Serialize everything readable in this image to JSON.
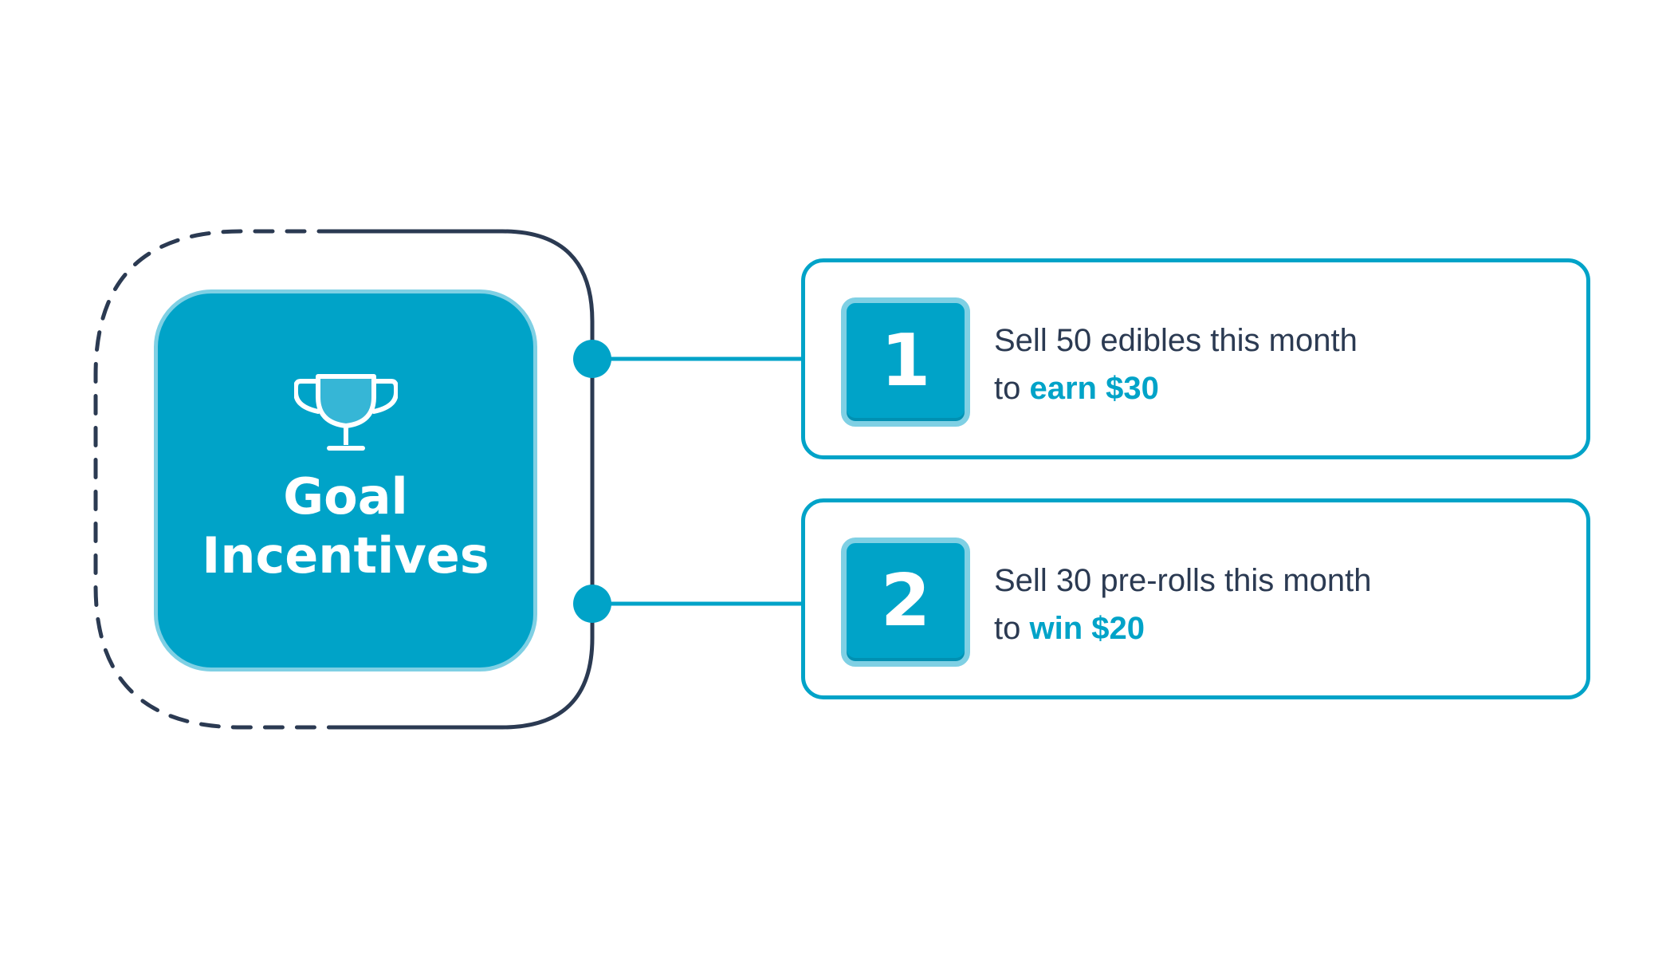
{
  "hub": {
    "icon": "trophy-icon",
    "title_line1": "Goal",
    "title_line2": "Incentives"
  },
  "steps": [
    {
      "number": "1",
      "line1": "Sell 50 edibles this month",
      "line2_prefix": "to",
      "reward": "earn $30"
    },
    {
      "number": "2",
      "line1": "Sell 30 pre-rolls this month",
      "line2_prefix": "to",
      "reward": "win $20"
    }
  ],
  "colors": {
    "accent": "#00a3c8",
    "accent_light": "#7fd0e4",
    "dark": "#2b3a52",
    "background": "#ffffff"
  }
}
